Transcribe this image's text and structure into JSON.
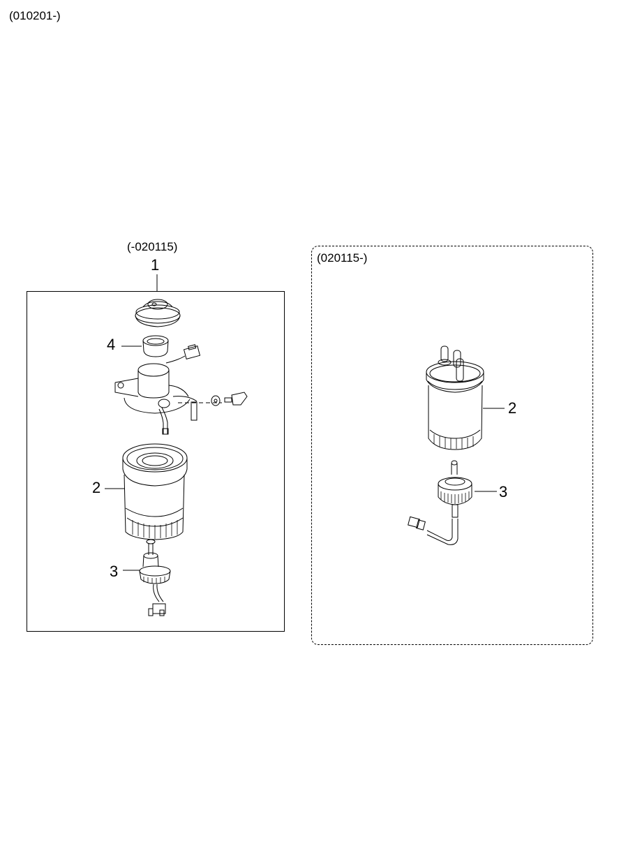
{
  "header": {
    "code_range": "(010201-)"
  },
  "left_group": {
    "code_range": "(-020115)",
    "assembly_ref": "1",
    "callouts": [
      {
        "ref": "4",
        "part": "gasket-ring"
      },
      {
        "ref": "2",
        "part": "fuel-filter-cartridge"
      },
      {
        "ref": "3",
        "part": "water-sensor-plug"
      }
    ]
  },
  "right_group": {
    "code_range": "(020115-)",
    "callouts": [
      {
        "ref": "2",
        "part": "fuel-filter-cartridge"
      },
      {
        "ref": "3",
        "part": "water-sensor-plug"
      }
    ]
  },
  "colors": {
    "line": "#000000",
    "background": "#ffffff"
  }
}
